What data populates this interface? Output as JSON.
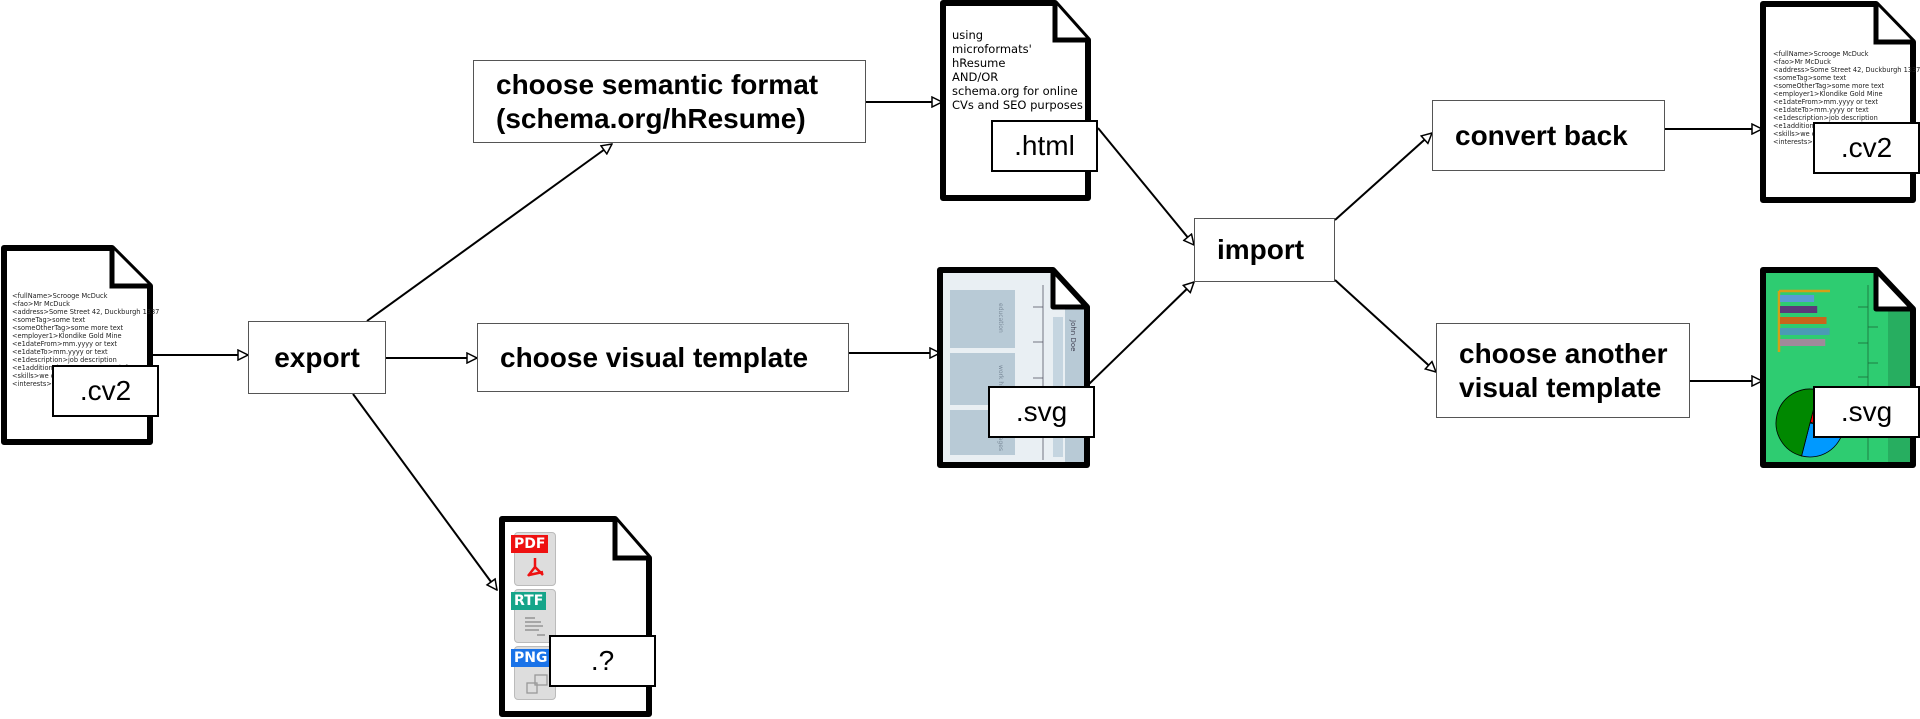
{
  "diagram": {
    "title": "CV format workflow",
    "steps": {
      "export": "export",
      "semantic": "choose semantic format\n(schema.org/hResume)",
      "visual": "choose visual template",
      "import": "import",
      "convert_back": "convert back",
      "another_visual": "choose another\nvisual template"
    },
    "documents": {
      "source_cv2": {
        "label": ".cv2",
        "lines": [
          "<fullName>Scrooge McDuck",
          "<fao>Mr McDuck",
          "<address>Some Street 42, Duckburgh 1337",
          "<someTag>some text",
          "<someOtherTag>some more text",
          "<employer1>Klondike Gold Mine",
          "<e1dateFrom>mm.yyyy or text",
          "<e1dateTo>mm.yyyy or text",
          "<e1description>job description",
          "<e1additionalData>some more info",
          "<skills>we ca",
          "<interests>th"
        ]
      },
      "html": {
        "label": ".html",
        "note": "using\nmicroformats'\nhResume\nAND/OR\nschema.org for online\nCVs and SEO purposes"
      },
      "svg_template": {
        "label": ".svg",
        "sections": [
          "education",
          "work history",
          "languages"
        ],
        "name": "John Doe",
        "colors": {
          "page": "#e9eff3",
          "panel": "#b8cad6"
        }
      },
      "other_formats": {
        "label": ".?",
        "formats": [
          {
            "name": "PDF",
            "color": "#ee1111",
            "icon": "acrobat-icon"
          },
          {
            "name": "RTF",
            "color": "#16a58a",
            "icon": "text-lines-icon"
          },
          {
            "name": "PNG",
            "color": "#1a73e8",
            "icon": "image-shapes-icon"
          }
        ]
      },
      "result_cv2": {
        "label": ".cv2",
        "lines": [
          "<fullName>Scrooge McDuck",
          "<fao>Mr McDuck",
          "<address>Some Street 42, Duckburgh 1337",
          "<someTag>some text",
          "<someOtherTag>some more text",
          "<employer1>Klondike Gold Mine",
          "<e1dateFrom>mm.yyyy or text",
          "<e1dateTo>mm.yyyy or text",
          "<e1description>job description",
          "<e1additionalData>some more info",
          "<skills>we co",
          "<interests>th"
        ]
      },
      "result_svg": {
        "label": ".svg",
        "colors": {
          "page": "#2ecc71",
          "side": "#27ae60",
          "axis": "#d4a017"
        },
        "bar_colors": [
          "#5b9bd5",
          "#5b3a7a",
          "#c8651b",
          "#4a9bb5",
          "#a08a9a"
        ],
        "bar_values": [
          0.55,
          0.6,
          0.75,
          0.8,
          0.73
        ],
        "pie": [
          {
            "color": "#ff0000",
            "share": 0.17
          },
          {
            "color": "#ffff00",
            "share": 0.07
          },
          {
            "color": "#0099ff",
            "share": 0.26
          },
          {
            "color": "#008800",
            "share": 0.5
          }
        ]
      }
    }
  }
}
